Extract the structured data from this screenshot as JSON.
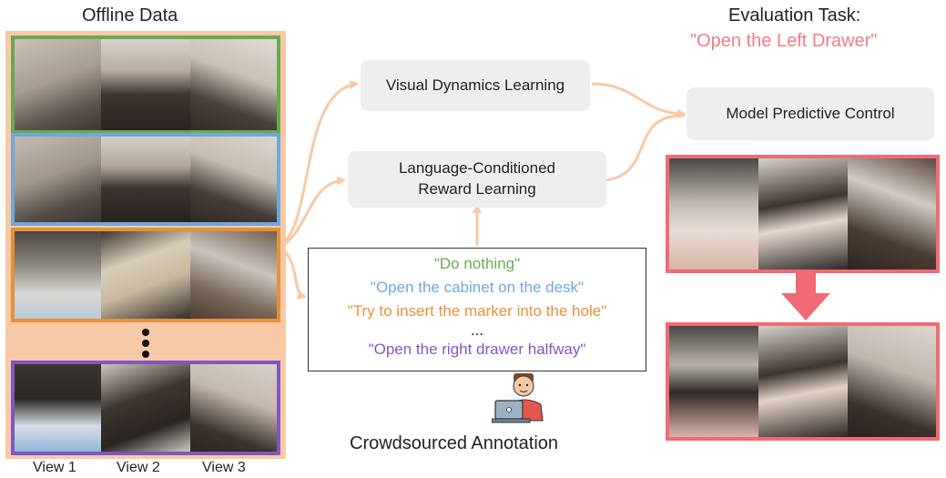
{
  "offline_title": "Offline Data",
  "eval_title": "Evaluation Task:",
  "eval_task": "\"Open the Left Drawer\"",
  "colors": {
    "green": "#6aa84f",
    "blue": "#6fa8dc",
    "orange": "#e69138",
    "purple": "#7e57c2",
    "peach": "#f7c9a6",
    "red": "#f06b75",
    "eval_text": "#f27b86"
  },
  "boxes": {
    "dynamics": "Visual Dynamics Learning",
    "reward_line1": "Language-Conditioned",
    "reward_line2": "Reward Learning",
    "mpc": "Model Predictive Control"
  },
  "annotations": [
    {
      "text": "\"Do nothing\"",
      "color": "#6aa84f"
    },
    {
      "text": "\"Open the cabinet on the desk\"",
      "color": "#6fa8dc"
    },
    {
      "text": "\"Try to insert the marker into the hole\"",
      "color": "#e69138"
    },
    {
      "text": "...",
      "color": "#222222"
    },
    {
      "text": "\"Open the right drawer halfway\"",
      "color": "#7e57c2"
    }
  ],
  "crowd_label": "Crowdsourced Annotation",
  "view_labels": [
    "View 1",
    "View 2",
    "View 3"
  ]
}
